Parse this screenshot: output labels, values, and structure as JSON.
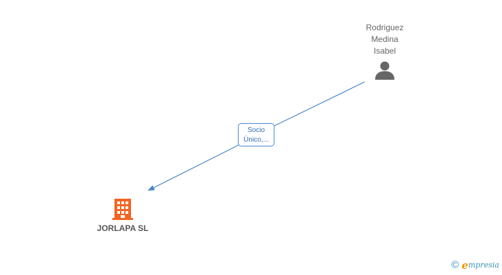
{
  "person": {
    "name_lines": [
      "Rodriguez",
      "Medina",
      "Isabel"
    ],
    "icon": "person-icon"
  },
  "relation": {
    "label_lines": [
      "Socio",
      "Único,..."
    ],
    "color": "#4a86c8"
  },
  "company": {
    "name": "JORLAPA SL",
    "icon": "building-icon",
    "color": "#f26522"
  },
  "brand": {
    "copyright_symbol": "©",
    "name_initial": "e",
    "name_rest": "mpresia"
  }
}
